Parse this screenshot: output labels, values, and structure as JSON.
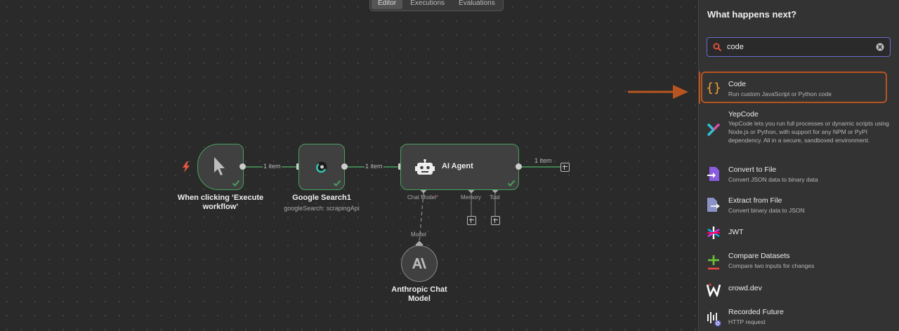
{
  "tabs": [
    {
      "label": "Editor",
      "active": true
    },
    {
      "label": "Executions",
      "active": false
    },
    {
      "label": "Evaluations",
      "active": false
    }
  ],
  "nodes": {
    "trigger": {
      "label": "When clicking ‘Execute workflow’",
      "icon": "cursor-icon"
    },
    "google": {
      "label": "Google Search1",
      "subtitle": "googleSearch: scrapingApi",
      "icon": "serp-icon"
    },
    "agent": {
      "label": "AI Agent",
      "icon": "robot-icon",
      "connectors": {
        "chat_model": "Chat Model",
        "required_mark": "*",
        "memory": "Memory",
        "tool": "Tool"
      }
    },
    "anthropic": {
      "label": "Anthropic Chat Model",
      "connector": "Model",
      "icon": "anthropic-icon"
    }
  },
  "edges": {
    "e1": "1 item",
    "e2": "1 item",
    "e3": "1 item"
  },
  "panel": {
    "title": "What happens next?",
    "search": {
      "value": "code",
      "placeholder": ""
    },
    "items": [
      {
        "title": "Code",
        "desc": "Run custom JavaScript or Python code",
        "icon": "code-braces-icon"
      },
      {
        "title": "YepCode",
        "desc": "YepCode lets you run full processes or dynamic scripts using Node.js or Python, with support for any NPM or PyPI dependency. All in a secure, sandboxed environment.",
        "icon": "yepcode-icon"
      },
      {
        "title": "Convert to File",
        "desc": "Convert JSON data to binary data",
        "icon": "file-convert-icon"
      },
      {
        "title": "Extract from File",
        "desc": "Convert binary data to JSON",
        "icon": "file-extract-icon"
      },
      {
        "title": "JWT",
        "desc": "",
        "icon": "jwt-icon"
      },
      {
        "title": "Compare Datasets",
        "desc": "Compare two inputs for changes",
        "icon": "compare-icon"
      },
      {
        "title": "crowd.dev",
        "desc": "",
        "icon": "crowddev-icon"
      },
      {
        "title": "Recorded Future",
        "desc": "HTTP request",
        "icon": "recorded-future-icon"
      }
    ]
  },
  "colors": {
    "success": "#47a05e",
    "highlight": "#b85420",
    "trigger": "#e8553e",
    "search_border": "#6b6bcf"
  }
}
